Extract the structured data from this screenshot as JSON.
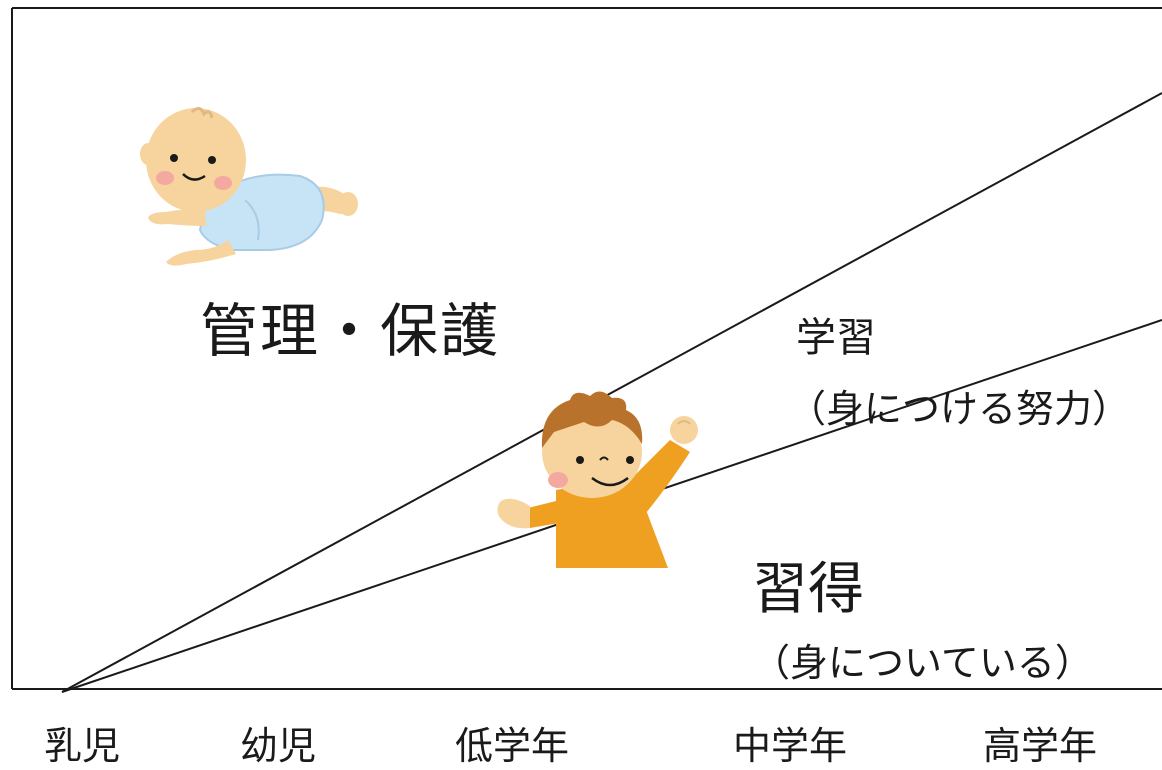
{
  "labels": {
    "manage": "管理・保護",
    "learn": "学習",
    "learn_sub": "（身につける努力）",
    "acquire": "習得",
    "acquire_sub": "（身についている）"
  },
  "axis": {
    "stages": [
      "乳児",
      "幼児",
      "低学年",
      "中学年",
      "高学年"
    ]
  },
  "illustrations": {
    "baby": "crawling-baby-icon",
    "child": "cheering-child-icon"
  },
  "colors": {
    "skin": "#f7d49e",
    "baby_clothes": "#c7e4f7",
    "child_shirt": "#f0a020",
    "child_hair": "#b8722c",
    "cheek": "#f4a9a0",
    "line": "#1a1a1a"
  }
}
